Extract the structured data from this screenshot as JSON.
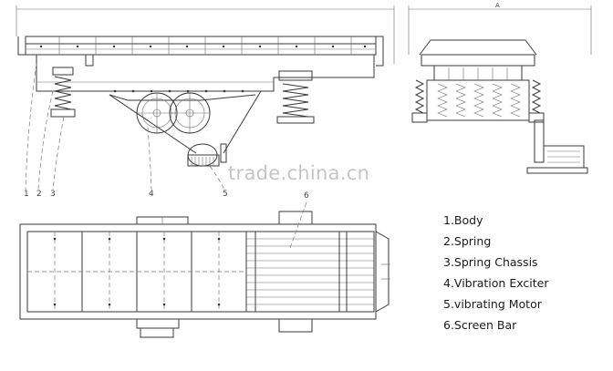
{
  "legend": {
    "items": [
      {
        "label": "1.Body"
      },
      {
        "label": "2.Spring"
      },
      {
        "label": "3.Spring Chassis"
      },
      {
        "label": "4.Vibration Exciter"
      },
      {
        "label": "5.vibrating Motor"
      },
      {
        "label": "6.Screen Bar"
      }
    ]
  },
  "callouts": {
    "c1": "1",
    "c2": "2",
    "c3": "3",
    "c4": "4",
    "c5": "5",
    "c6": "6",
    "dim_a": "A"
  },
  "watermark": "trade.china.cn"
}
